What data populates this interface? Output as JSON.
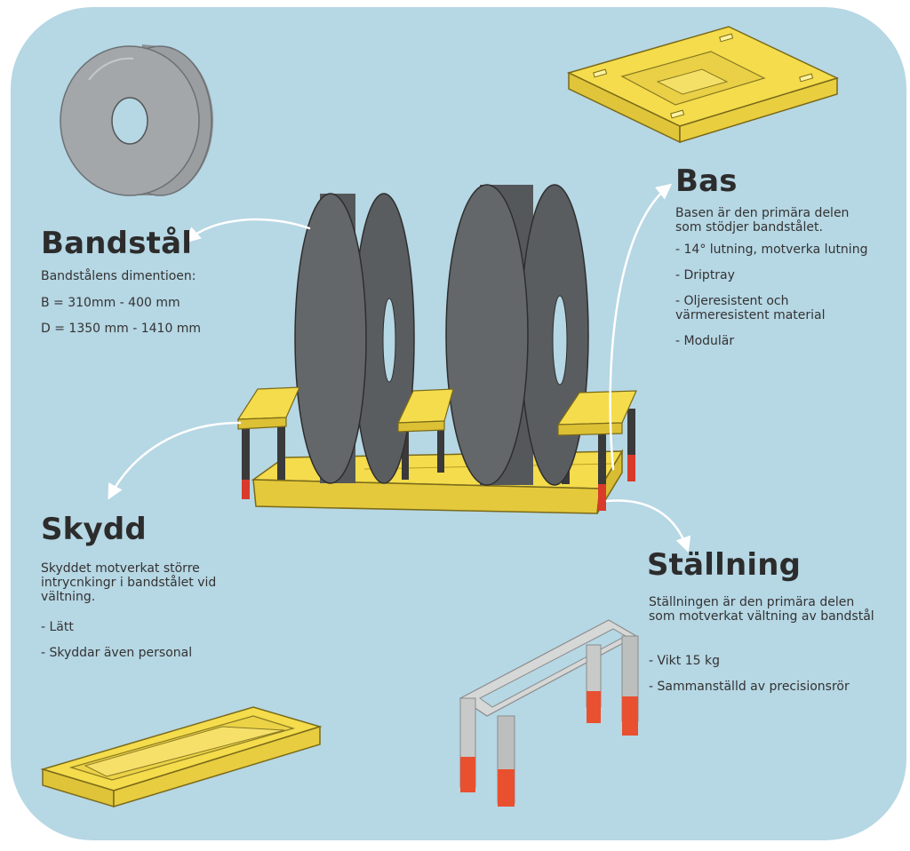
{
  "sections": {
    "bandstal": {
      "heading": "Bandstål",
      "intro": "Bandstålens dimentioen:",
      "items": [
        "B = 310mm - 400 mm",
        "D = 1350 mm - 1410 mm"
      ]
    },
    "bas": {
      "heading": "Bas",
      "intro": "Basen är den primära delen som stödjer bandstålet.",
      "items": [
        "- 14° lutning, motverka lutning",
        "- Driptray",
        "- Oljeresistent och värmeresistent material",
        "- Modulär"
      ]
    },
    "skydd": {
      "heading": "Skydd",
      "intro": "Skyddet motverkat större intrycnkingr i bandstålet vid vältning.",
      "items": [
        "- Lätt",
        "- Skyddar även personal"
      ]
    },
    "stallning": {
      "heading": "Ställning",
      "intro": "Ställningen är den primära delen som motverkat vältning av bandstål",
      "items": [
        "- Vikt 15 kg",
        "- Sammanställd av precisionsrör"
      ]
    }
  },
  "colors": {
    "background": "#b6d7e4",
    "yellow": "#f2d94a",
    "coil": "#5e6164",
    "leg_dark": "#3a3a3a",
    "red_tip": "#d93a2a",
    "steel": "#c8c9c9"
  }
}
